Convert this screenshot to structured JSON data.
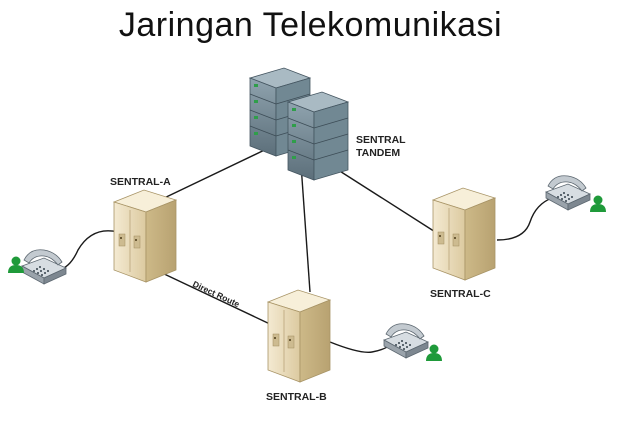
{
  "title": "Jaringan Telekomunikasi",
  "nodes": {
    "sentral_tandem": {
      "line1": "SENTRAL",
      "line2": "TANDEM"
    },
    "sentral_a": {
      "label": "SENTRAL-A"
    },
    "sentral_b": {
      "label": "SENTRAL-B"
    },
    "sentral_c": {
      "label": "SENTRAL-C"
    }
  },
  "links": {
    "direct_route": "Direct Route"
  },
  "colors": {
    "switch_body": "#e8d9b6",
    "switch_shadow": "#c9b78d",
    "server_rack": "#6f8490",
    "user_icon": "#1f9a3a",
    "phone": "#9aa3ab",
    "line": "#1a1a1a"
  }
}
